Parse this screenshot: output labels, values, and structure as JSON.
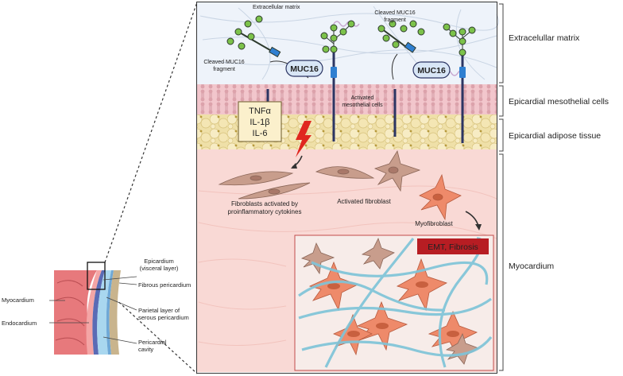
{
  "panel": {
    "ecm_watermark": "Extracellular matrix",
    "muc16_left": "MUC16",
    "muc16_right": "MUC16",
    "cleaved_left_line1": "Cleaved MUC16",
    "cleaved_left_line2": "fragment",
    "cleaved_top_line1": "Cleaved MUC16",
    "cleaved_top_line2": "fragment",
    "activated_meso_line1": "Activated",
    "activated_meso_line2": "mesothelial cells",
    "cytokines": [
      "TNFα",
      "IL-1β",
      "IL-6"
    ],
    "fib_activated_line1": "Fibroblasts activated by",
    "fib_activated_line2": "proinflammatory cytokines",
    "activated_fibroblast": "Activated fibroblast",
    "myofibroblast": "Myofibroblast",
    "emt_badge": "EMT, Fibrosis"
  },
  "layers": {
    "ecm": "Extracelullar matrix",
    "meso": "Epicardial mesothelial cells",
    "adipose": "Epicardial adipose tissue",
    "myo": "Myocardium"
  },
  "inset": {
    "epicardium_line1": "Epicardium",
    "epicardium_line2": "(visceral layer)",
    "fibrous": "Fibrous pericardium",
    "myocardium": "Myocardium",
    "parietal_line1": "Parietal layer of",
    "parietal_line2": "serous pericardium",
    "endocardium": "Endocardium",
    "cavity_line1": "Pericardial",
    "cavity_line2": "cavity"
  },
  "colors": {
    "ecm_bg": "#eef3fa",
    "membrane": "#e6a9b3",
    "adipose": "#efe0a8",
    "myocardium": "#f9d9d5",
    "fibroblast": "#c89d8c",
    "myofibroblast": "#ee8a6a",
    "collagen": "#7fc4d8",
    "muc16_badge": "#d8e6f6",
    "emt_badge": "#b71d23",
    "bolt": "#e0271f"
  }
}
